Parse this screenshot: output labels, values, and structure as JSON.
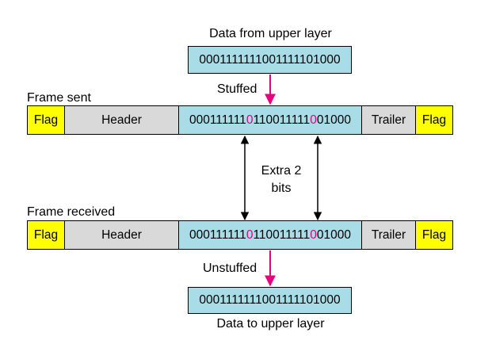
{
  "labels": {
    "data_from_upper": "Data from upper layer",
    "stuffed": "Stuffed",
    "frame_sent": "Frame sent",
    "extra_bits_line1": "Extra 2",
    "extra_bits_line2": "bits",
    "frame_received": "Frame received",
    "unstuffed": "Unstuffed",
    "data_to_upper": "Data to upper layer"
  },
  "top_data": "0001111111001111101000",
  "bottom_data": "0001111111001111101000",
  "frame_sent": {
    "flag_left": "Flag",
    "header": "Header",
    "payload": {
      "part1": "000111111",
      "stuff1": "0",
      "part2": "110011111",
      "stuff2": "0",
      "part3": "01000"
    },
    "trailer": "Trailer",
    "flag_right": "Flag"
  },
  "frame_received": {
    "flag_left": "Flag",
    "header": "Header",
    "payload": {
      "part1": "000111111",
      "stuff1": "0",
      "part2": "110011111",
      "stuff2": "0",
      "part3": "01000"
    },
    "trailer": "Trailer",
    "flag_right": "Flag"
  },
  "colors": {
    "flag": "#ffff00",
    "header_trailer": "#d9d9d9",
    "data": "#a8dde8",
    "stuffed_bit": "#e6007e",
    "arrow_magenta": "#e6007e"
  }
}
